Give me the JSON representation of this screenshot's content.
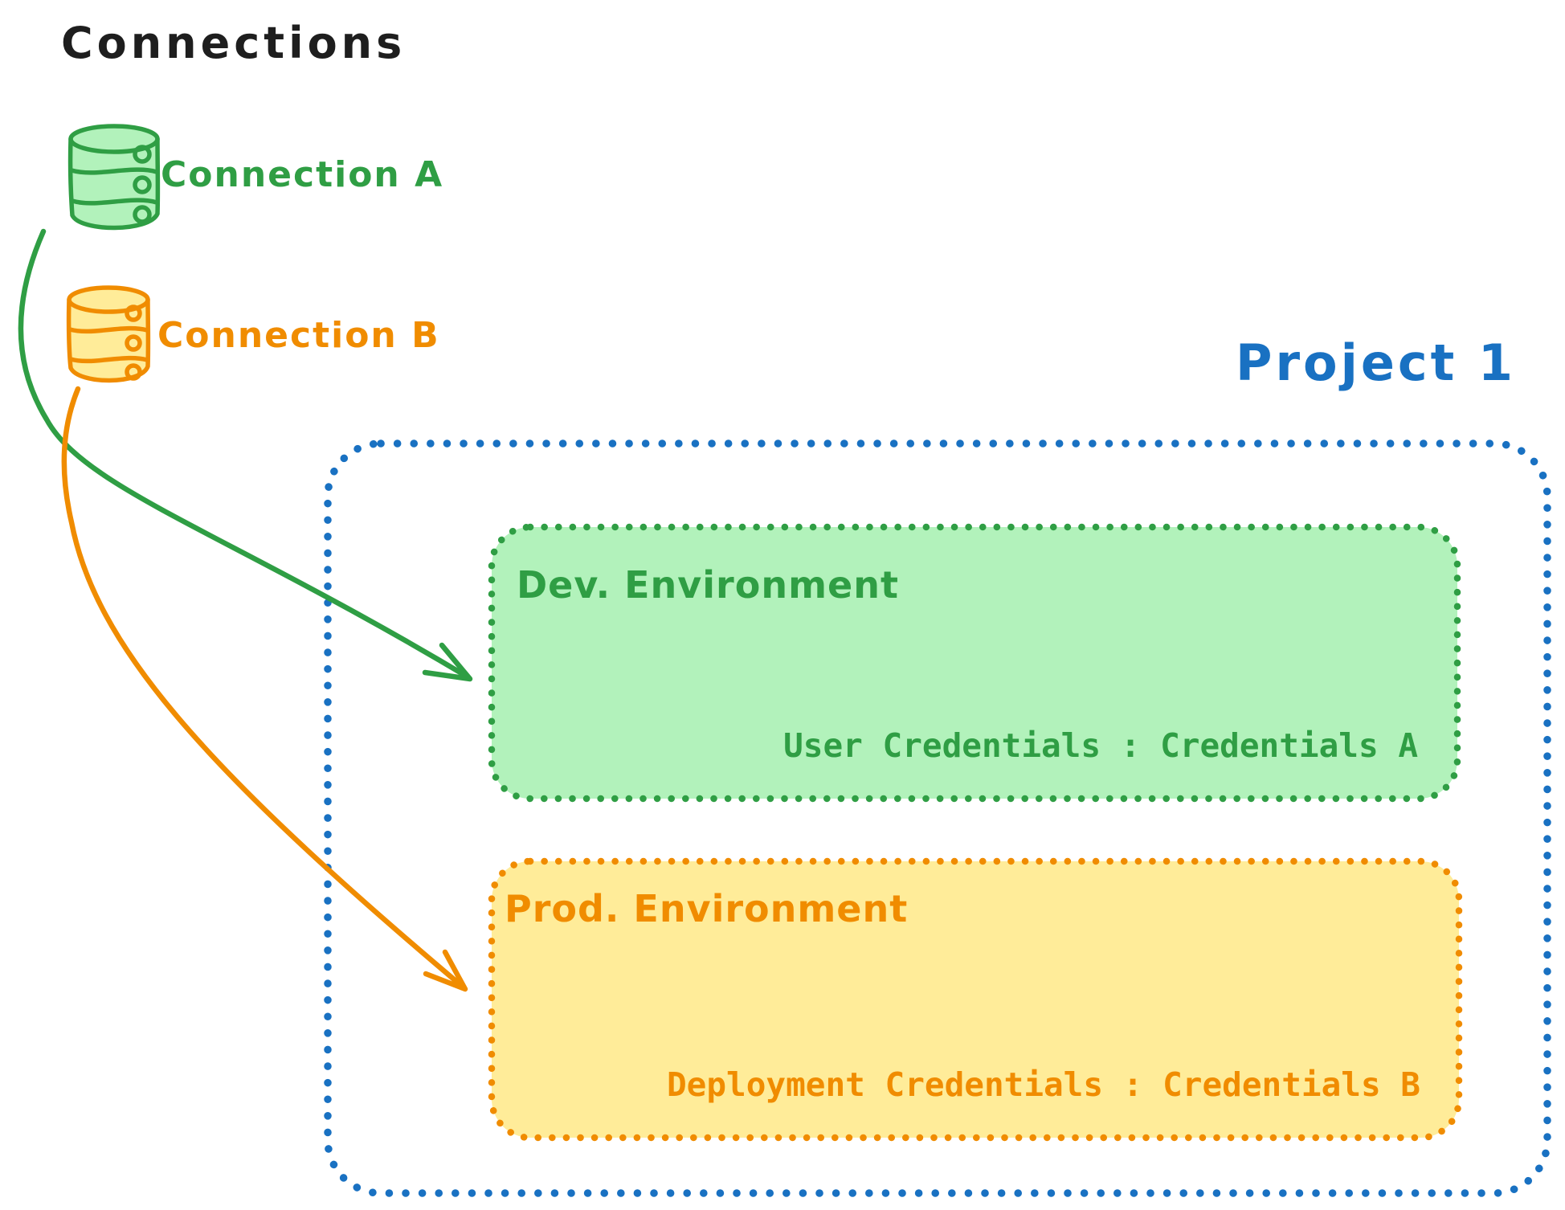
{
  "diagram": {
    "title": "Connections",
    "connections": [
      {
        "label": "Connection A",
        "icon": "database-icon",
        "color": "#2f9e44"
      },
      {
        "label": "Connection B",
        "icon": "database-icon",
        "color": "#f08c00"
      }
    ],
    "project": {
      "label": "Project 1",
      "border_color": "#1971c2",
      "environments": [
        {
          "name": "Dev. Environment",
          "credentials": "User Credentials : Credentials A",
          "stroke_color": "#2f9e44",
          "fill_color": "#b2f2bb"
        },
        {
          "name": "Prod. Environment",
          "credentials": "Deployment Credentials : Credentials B",
          "stroke_color": "#f08c00",
          "fill_color": "#ffec99"
        }
      ]
    },
    "arrows": [
      {
        "from": "Connection A",
        "to": "Dev. Environment",
        "color": "#2f9e44"
      },
      {
        "from": "Connection B",
        "to": "Prod. Environment",
        "color": "#f08c00"
      }
    ],
    "colors": {
      "text_black": "#1e1e1e",
      "blue": "#1971c2",
      "green": "#2f9e44",
      "green_fill": "#b2f2bb",
      "orange": "#f08c00",
      "orange_fill": "#ffec99"
    }
  }
}
